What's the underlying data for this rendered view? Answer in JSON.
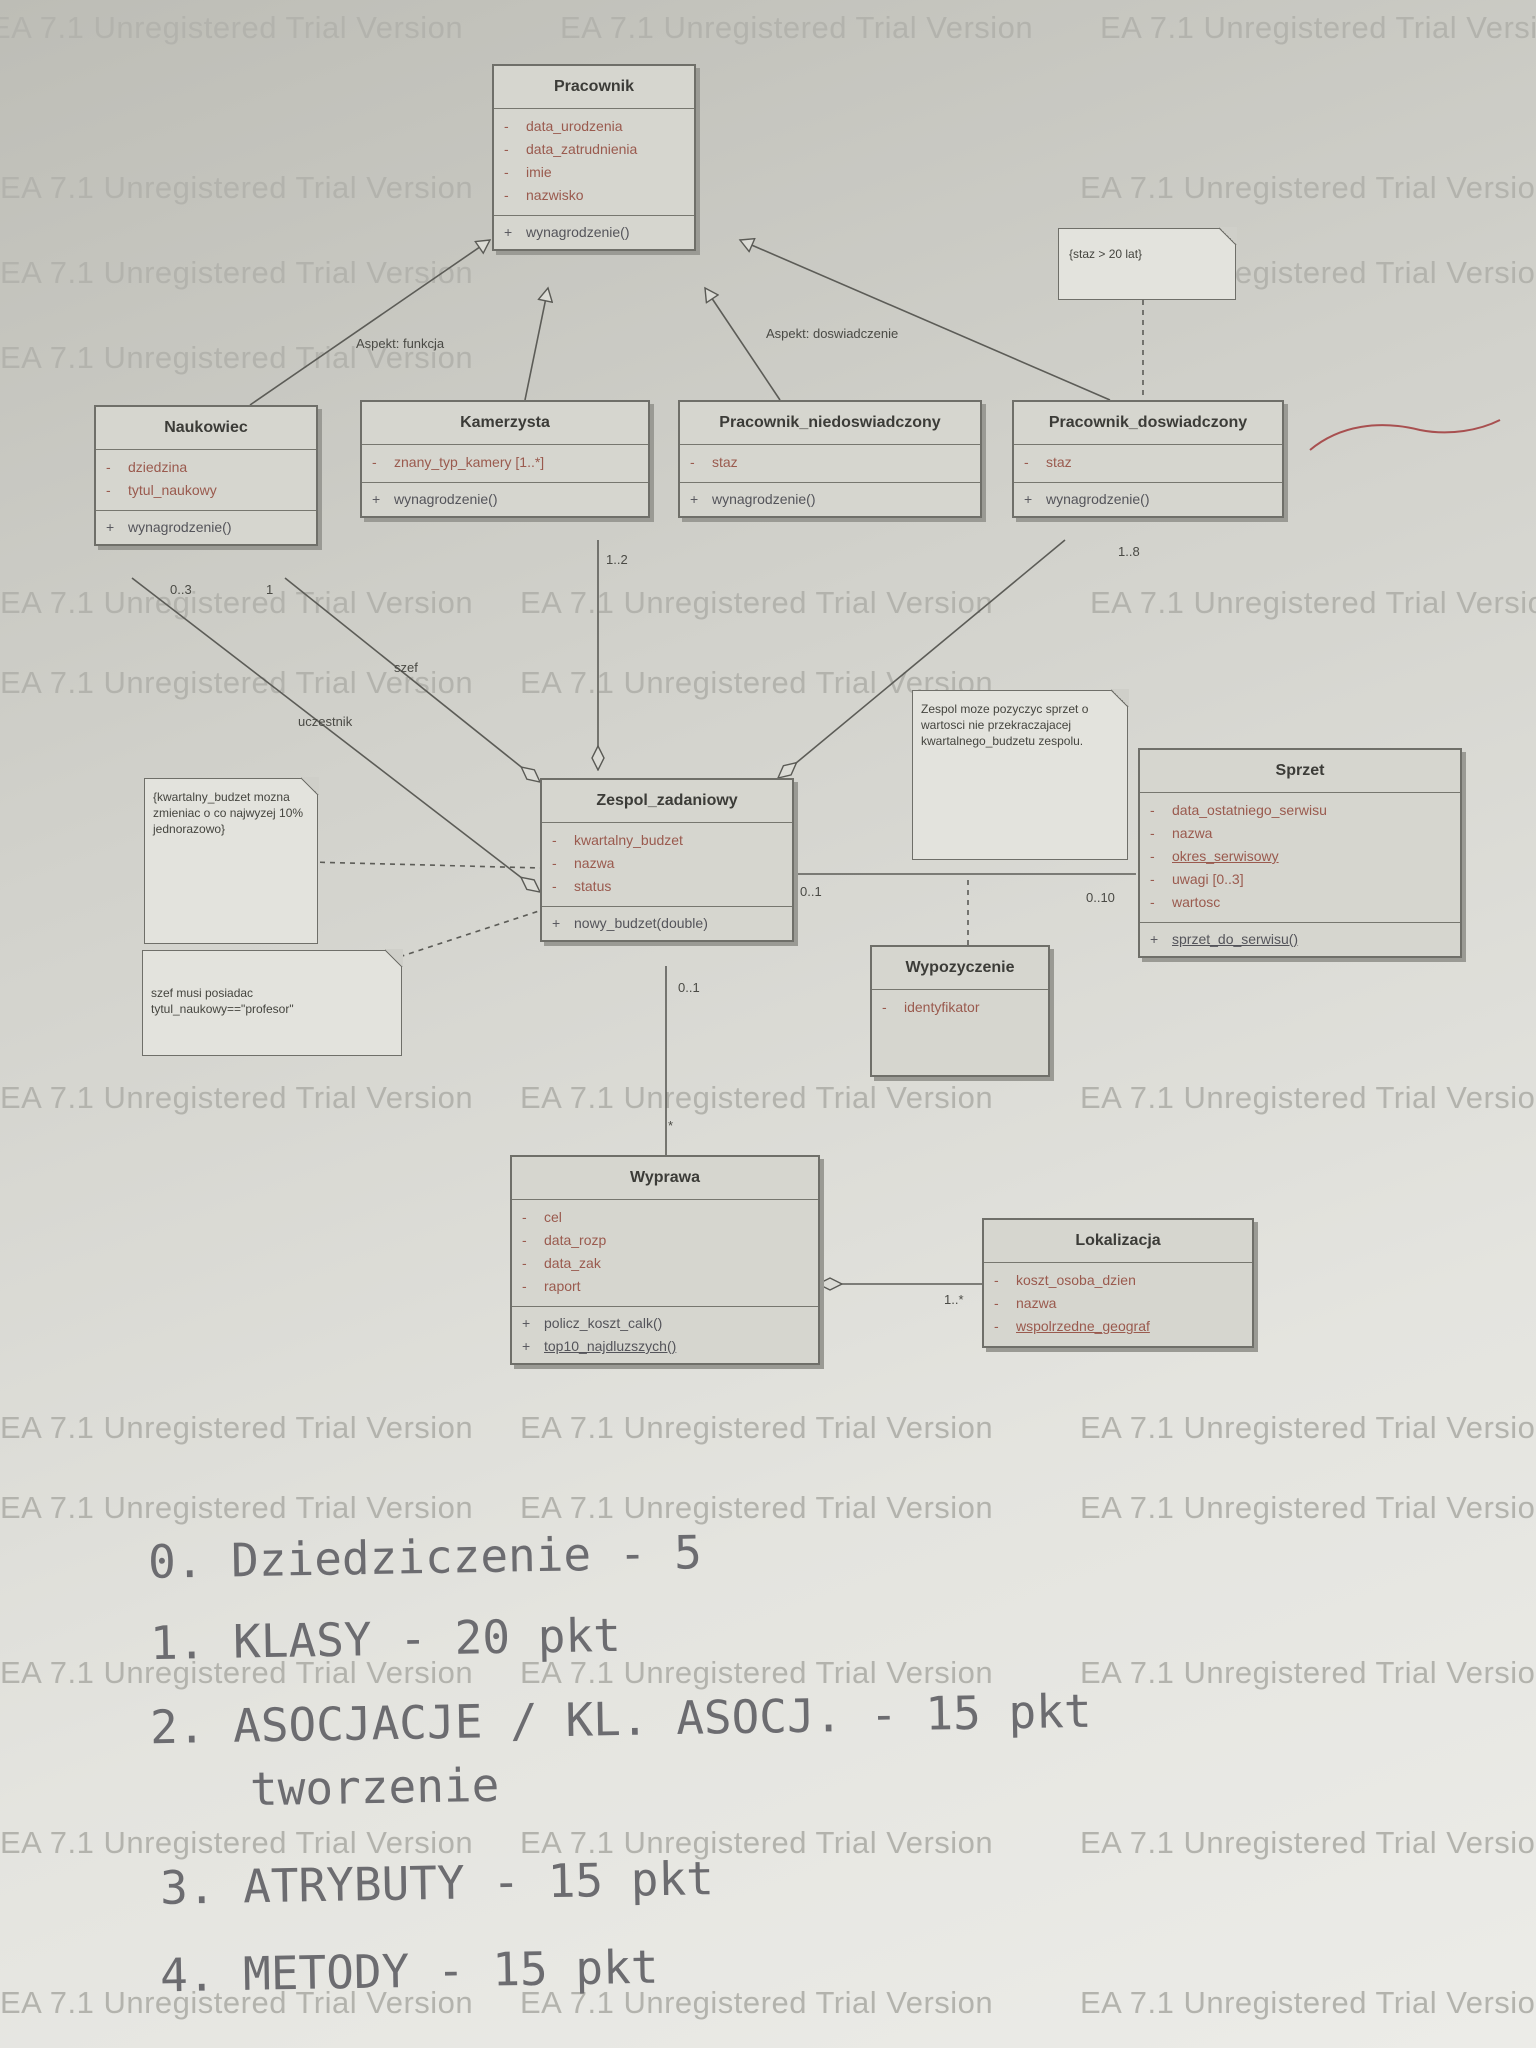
{
  "watermark": "EA 7.1 Unregistered Trial Version",
  "classes": {
    "pracownik": {
      "name": "Pracownik",
      "attrs": [
        "data_urodzenia",
        "data_zatrudnienia",
        "imie",
        "nazwisko"
      ],
      "ops": [
        "wynagrodzenie()"
      ]
    },
    "naukowiec": {
      "name": "Naukowiec",
      "attrs": [
        "dziedzina",
        "tytul_naukowy"
      ],
      "ops": [
        "wynagrodzenie()"
      ]
    },
    "kamerzysta": {
      "name": "Kamerzysta",
      "attrs": [
        "znany_typ_kamery [1..*]"
      ],
      "ops": [
        "wynagrodzenie()"
      ]
    },
    "niedoswiadczony": {
      "name": "Pracownik_niedoswiadczony",
      "attrs": [
        "staz"
      ],
      "ops": [
        "wynagrodzenie()"
      ]
    },
    "doswiadczony": {
      "name": "Pracownik_doswiadczony",
      "attrs": [
        "staz"
      ],
      "ops": [
        "wynagrodzenie()"
      ]
    },
    "zespol": {
      "name": "Zespol_zadaniowy",
      "attrs": [
        "kwartalny_budzet",
        "nazwa",
        "status"
      ],
      "ops": [
        "nowy_budzet(double)"
      ]
    },
    "sprzet": {
      "name": "Sprzet",
      "attrs": [
        "data_ostatniego_serwisu",
        "nazwa",
        "okres_serwisowy",
        "uwagi [0..3]",
        "wartosc"
      ],
      "ops": [
        "sprzet_do_serwisu()"
      ]
    },
    "wypozyczenie": {
      "name": "Wypozyczenie",
      "attrs": [
        "identyfikator"
      ]
    },
    "wyprawa": {
      "name": "Wyprawa",
      "attrs": [
        "cel",
        "data_rozp",
        "data_zak",
        "raport"
      ],
      "ops": [
        "policz_koszt_calk()",
        "top10_najdluzszych()"
      ]
    },
    "lokalizacja": {
      "name": "Lokalizacja",
      "attrs": [
        "koszt_osoba_dzien",
        "nazwa",
        "wspolrzedne_geograf"
      ]
    }
  },
  "notes": {
    "staz": "{staz > 20 lat}",
    "budzet": "{kwartalny_budzet mozna zmieniac o co najwyzej 10% jednorazowo}",
    "szef": "szef musi posiadac tytul_naukowy==\"profesor\"",
    "sprzet": "Zespol moze pozyczyc sprzet o wartosci nie przekraczajacej kwartalnego_budzetu zespolu."
  },
  "labels": {
    "aspekt_funkcja": "Aspekt: funkcja",
    "aspekt_doswiadczenie": "Aspekt: doswiadczenie",
    "szef": "szef",
    "uczestnik": "uczestnik",
    "m_0_3": "0..3",
    "m_1": "1",
    "m_1_2": "1..2",
    "m_1_8": "1..8",
    "m_0_1_a": "0..1",
    "m_0_10": "0..10",
    "m_0_1_b": "0..1",
    "m_star": "*",
    "m_1_star": "1..*"
  },
  "handwritten": [
    "0. Dziedziczenie  -  5",
    "1. KLASY  -  20 pkt",
    "2. ASOCJACJE / KL. ASOCJ. - 15 pkt",
    "tworzenie",
    "3. ATRYBUTY  -  15 pkt",
    "4. METODY  -  15 pkt"
  ]
}
